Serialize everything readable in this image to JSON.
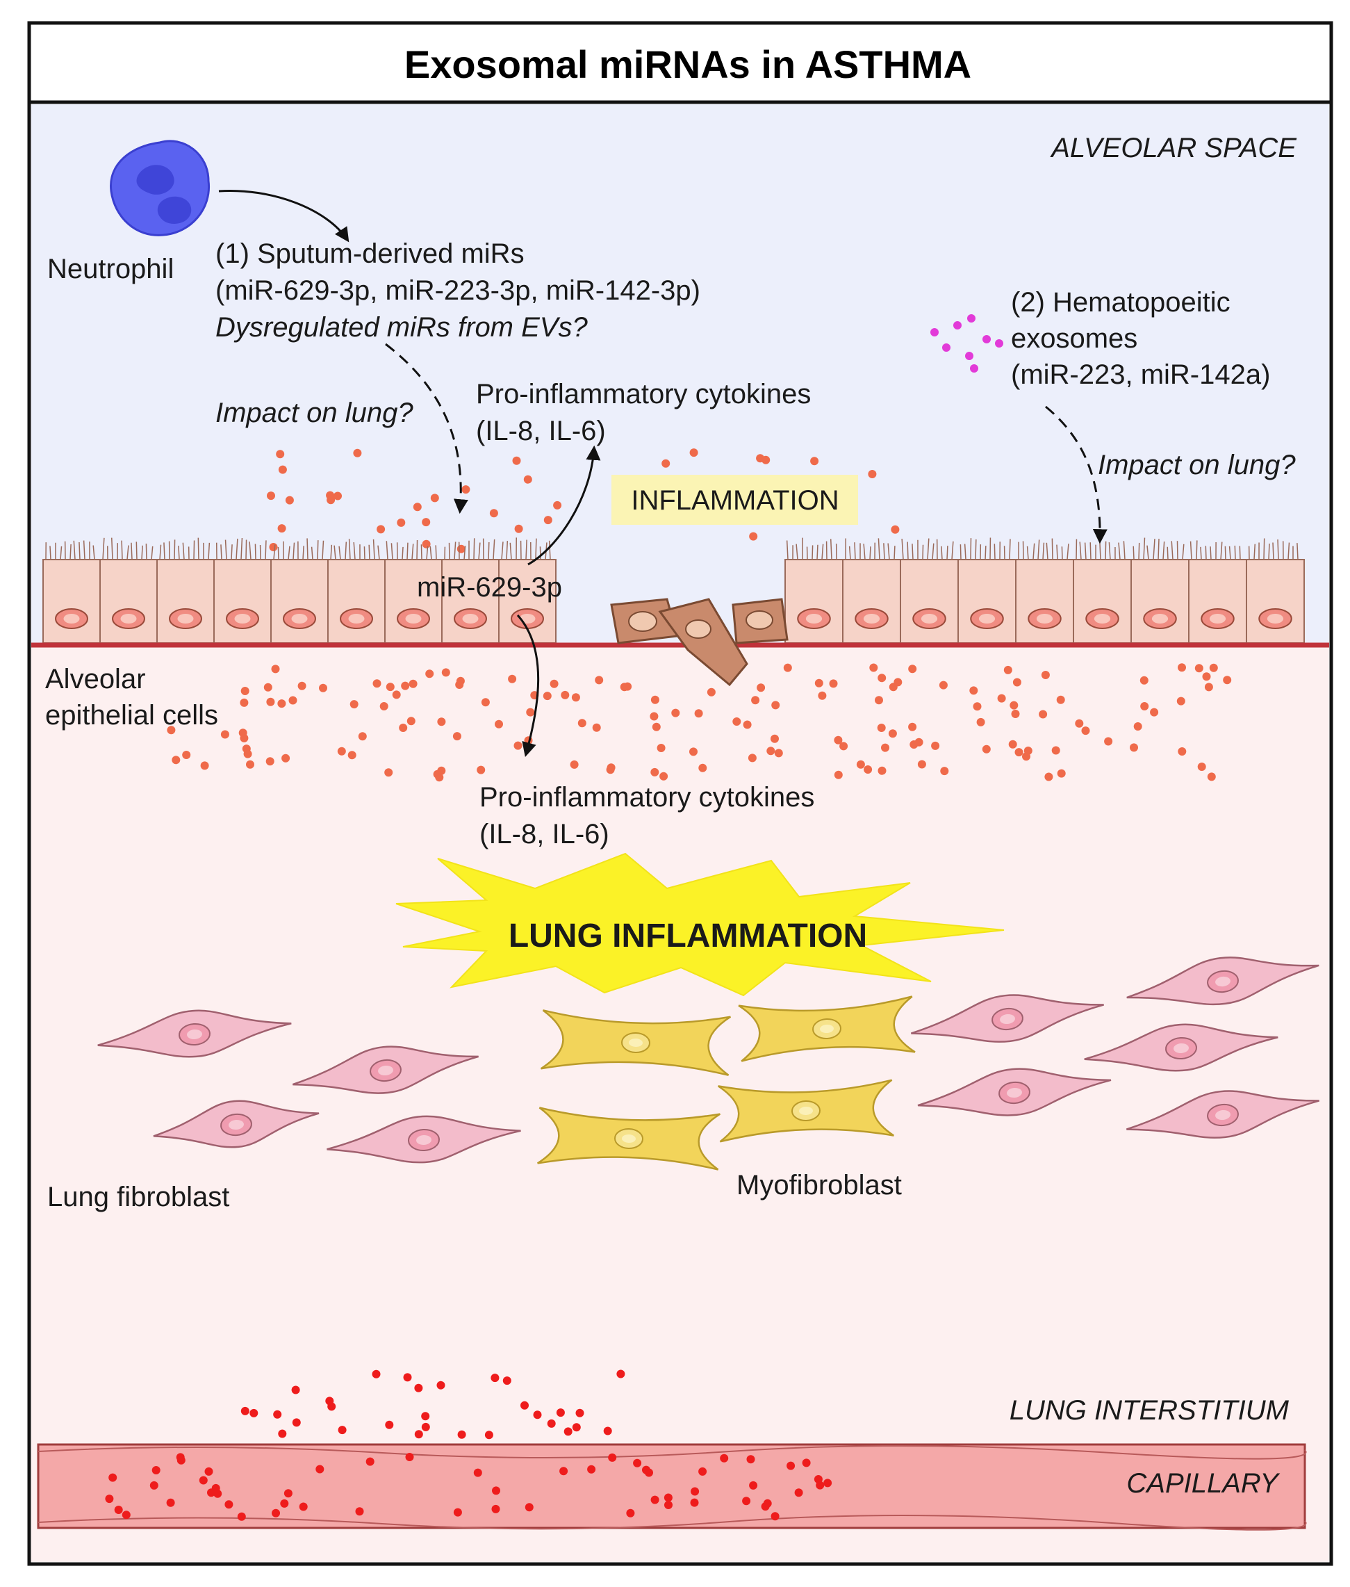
{
  "title": "Exosomal miRNAs in ASTHMA",
  "regions": {
    "alveolar_space": "ALVEOLAR SPACE",
    "lung_interstitium": "LUNG INTERSTITIUM",
    "capillary": "CAPILLARY"
  },
  "cells": {
    "neutrophil": "Neutrophil",
    "alveolar_epithelial": [
      "Alveolar",
      "epithelial cells"
    ],
    "lung_fibroblast": "Lung fibroblast",
    "myofibroblast": "Myofibroblast"
  },
  "sputum": {
    "heading": "(1)  Sputum-derived miRs",
    "mirs": "(miR-629-3p, miR-223-3p, miR-142-3p)",
    "question": "Dysregulated miRs from EVs?"
  },
  "hematopoietic": {
    "line1": "(2)  Hematopoeitic",
    "line2": "exosomes",
    "line3": "(miR-223, miR-142a)"
  },
  "impact_question": "Impact on lung?",
  "cytokines_upper": [
    "Pro-inflammatory cytokines",
    "(IL-8, IL-6)"
  ],
  "cytokines_lower": [
    "Pro-inflammatory cytokines",
    "(IL-8, IL-6)"
  ],
  "mir_629": "miR-629-3p",
  "inflammation": "INFLAMMATION",
  "lung_inflammation": "LUNG INFLAMMATION",
  "colors": {
    "alveolar_bg": "#eceffb",
    "interstitium_bg": "#fdf0f0",
    "capillary": "#f4a8a8",
    "basement": "#c0323a",
    "cytokine_dot": "#ef6a4a",
    "exosome_dot": "#e23ad8",
    "blood_dot": "#ee1c1c",
    "neutrophil": "#5a62f0",
    "fibroblast": "#f3bccb",
    "myofibroblast": "#f2d45a",
    "highlight": "#fbf4b4",
    "burst": "#fbf227"
  }
}
